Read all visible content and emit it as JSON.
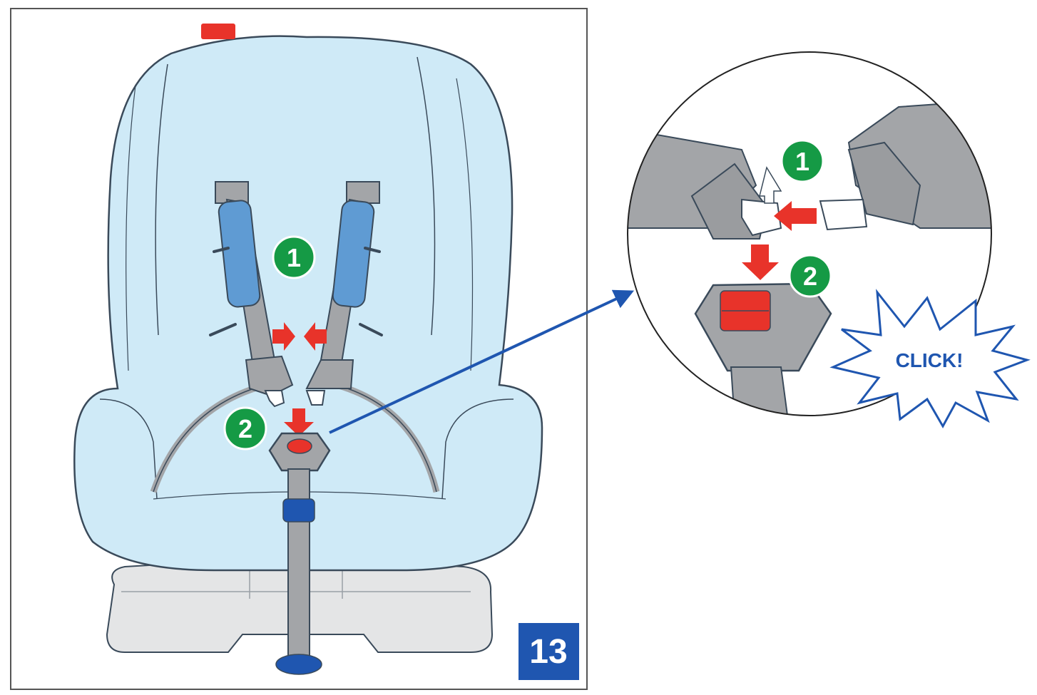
{
  "figure": {
    "figure_number": "13",
    "steps": {
      "one": "1",
      "two": "2"
    },
    "sound_effect": "CLICK!",
    "colors": {
      "seat_fill": "#cfeaf7",
      "seat_outline": "#3a4a5a",
      "strap_grey": "#a3a5a8",
      "pad_blue": "#5f9bd3",
      "step_green": "#159a45",
      "arrow_red": "#e8332a",
      "accent_blue": "#1f56b0",
      "base_grey": "#e4e5e6"
    },
    "icons": [
      "step-badge",
      "press-arrow",
      "callout-arrow",
      "starburst"
    ]
  }
}
